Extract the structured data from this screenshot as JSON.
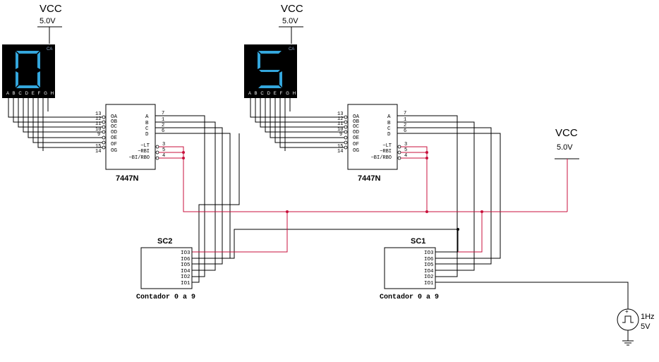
{
  "vcc": [
    {
      "label": "VCC",
      "value": "5.0V"
    },
    {
      "label": "VCC",
      "value": "5.0V"
    },
    {
      "label": "VCC",
      "value": "5.0V"
    }
  ],
  "displays": [
    {
      "digit": "0",
      "ca_label": "CA",
      "pins": "A B C D E F G H"
    },
    {
      "digit": "5",
      "ca_label": "CA",
      "pins": "A B C D E F G H"
    }
  ],
  "decoders": [
    {
      "name": "7447N",
      "outputs": [
        "OA",
        "OB",
        "OC",
        "OD",
        "OE",
        "OF",
        "OG"
      ],
      "output_pins": [
        "13",
        "12",
        "11",
        "10",
        "9",
        "15",
        "14"
      ],
      "inputs": [
        "A",
        "B",
        "C",
        "D"
      ],
      "input_pins": [
        "7",
        "1",
        "2",
        "6"
      ],
      "controls": [
        "~LT",
        "~RBI",
        "~BI/RBO"
      ],
      "control_pins": [
        "3",
        "5",
        "4"
      ]
    },
    {
      "name": "7447N",
      "outputs": [
        "OA",
        "OB",
        "OC",
        "OD",
        "OE",
        "OF",
        "OG"
      ],
      "output_pins": [
        "13",
        "12",
        "11",
        "10",
        "9",
        "15",
        "14"
      ],
      "inputs": [
        "A",
        "B",
        "C",
        "D"
      ],
      "input_pins": [
        "7",
        "1",
        "2",
        "6"
      ],
      "controls": [
        "~LT",
        "~RBI",
        "~BI/RBO"
      ],
      "control_pins": [
        "3",
        "5",
        "4"
      ]
    }
  ],
  "counters": [
    {
      "ref": "SC2",
      "caption": "Contador 0 a 9",
      "ports": [
        "IO3",
        "IO6",
        "IO5",
        "IO4",
        "IO2",
        "IO1"
      ]
    },
    {
      "ref": "SC1",
      "caption": "Contador 0 a 9",
      "ports": [
        "IO3",
        "IO6",
        "IO5",
        "IO4",
        "IO2",
        "IO1"
      ]
    }
  ],
  "clock": {
    "frequency": "1Hz",
    "amplitude": "5V"
  },
  "colors": {
    "wire": "#000000",
    "power_wire": "#c8103c",
    "segment": "#34a6dc",
    "display_body": "#000000"
  }
}
